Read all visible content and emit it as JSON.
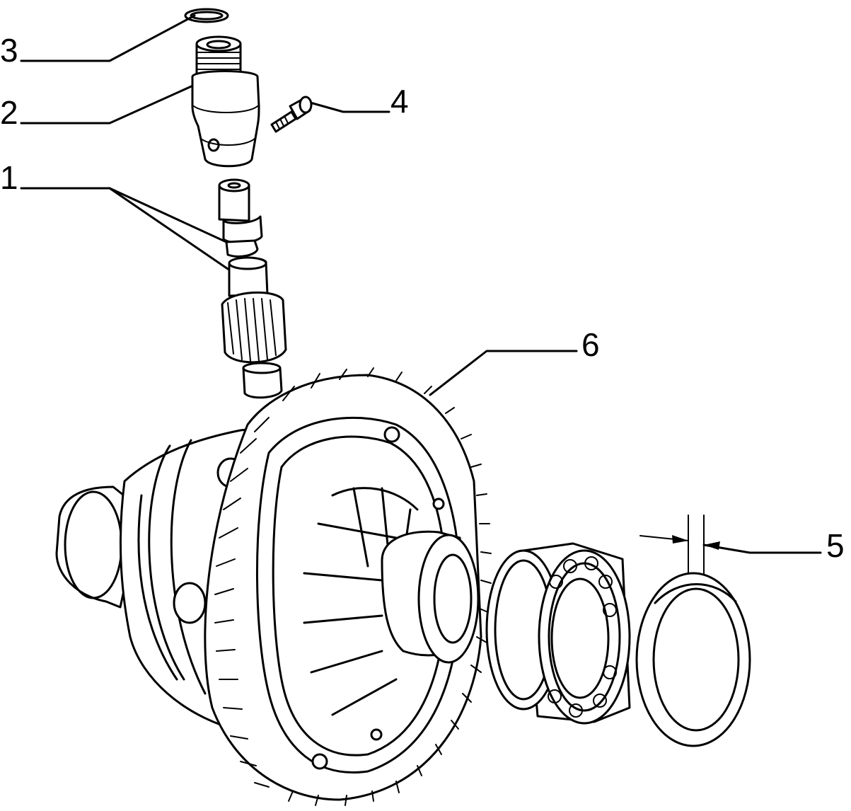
{
  "diagram": {
    "callouts": [
      {
        "id": "3",
        "label": "3"
      },
      {
        "id": "2",
        "label": "2"
      },
      {
        "id": "4",
        "label": "4"
      },
      {
        "id": "1",
        "label": "1"
      },
      {
        "id": "6",
        "label": "6"
      },
      {
        "id": "5",
        "label": "5"
      }
    ],
    "parts": [
      "o-ring",
      "speedometer-sleeve",
      "screw",
      "speedometer-drive-gear",
      "differential-with-ring-gear",
      "bearing",
      "shim"
    ]
  }
}
